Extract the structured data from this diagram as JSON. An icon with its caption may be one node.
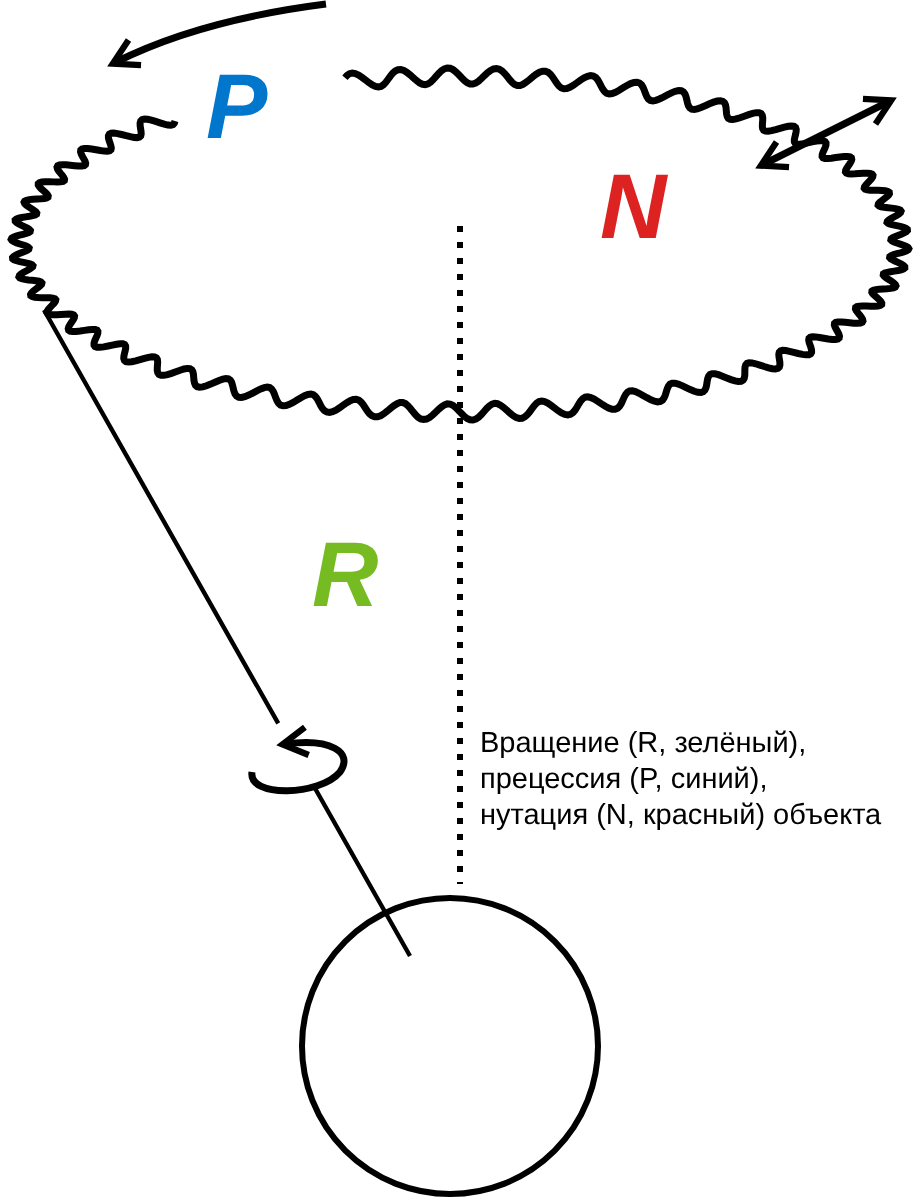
{
  "diagram": {
    "nodes": [
      {
        "text": [],
        "shape": "circle"
      }
    ],
    "labels": [
      "P",
      "N",
      "R",
      "Вращение (R, зелёный),",
      "прецессия (P, синий),",
      "нутация (N, красный) объекта"
    ]
  }
}
